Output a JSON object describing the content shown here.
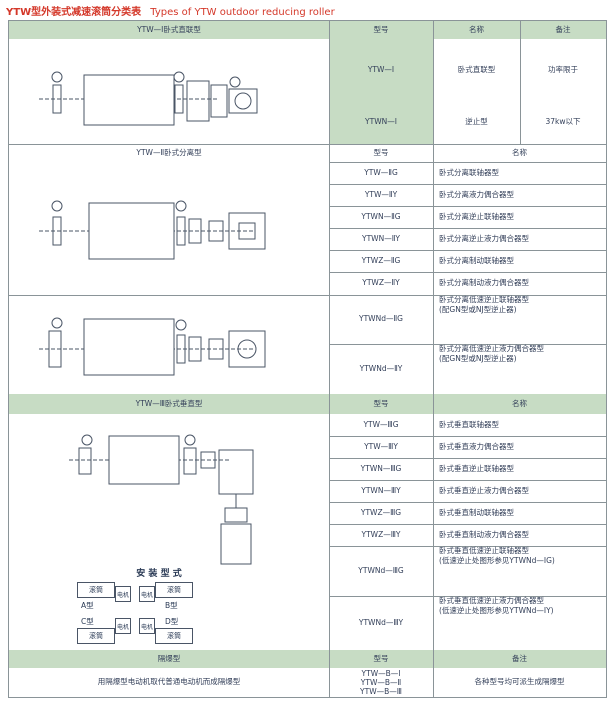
{
  "title_cn": "YTW型外装式减速滚筒分类表",
  "title_en": "Types of YTW outdoor reducing roller",
  "s1": {
    "header": "YTW—Ⅰ卧式直联型",
    "col_model": "型号",
    "col_name": "名称",
    "col_note": "备注",
    "rows": [
      {
        "model": "YTW—Ⅰ",
        "name": "卧式直联型",
        "note": "功率限于"
      },
      {
        "model": "YTWN—Ⅰ",
        "name": "逆止型",
        "note": "37kw以下"
      }
    ]
  },
  "s2": {
    "header": "YTW—Ⅱ卧式分离型",
    "col_model": "型号",
    "col_name": "名称",
    "rows": [
      {
        "model": "YTW—ⅡG",
        "name": "卧式分离联轴器型"
      },
      {
        "model": "YTW—ⅡY",
        "name": "卧式分离液力偶合器型"
      },
      {
        "model": "YTWN—ⅡG",
        "name": "卧式分离逆止联轴器型"
      },
      {
        "model": "YTWN—ⅡY",
        "name": "卧式分离逆止液力偶合器型"
      },
      {
        "model": "YTWZ—ⅡG",
        "name": "卧式分离制动联轴器型"
      },
      {
        "model": "YTWZ—ⅡY",
        "name": "卧式分离制动液力偶合器型"
      },
      {
        "model": "YTWNd—ⅡG",
        "name": "卧式分离低速逆止联轴器型",
        "sub": "(配GN型或NJ型逆止器)"
      },
      {
        "model": "YTWNd—ⅡY",
        "name": "卧式分离低速逆止液力偶合器型",
        "sub": "(配GN型或NJ型逆止器)"
      }
    ]
  },
  "s3": {
    "header": "YTW—Ⅲ卧式垂直型",
    "col_model": "型号",
    "col_name": "名称",
    "install_title": "安 装 型 式",
    "roller": "滚筒",
    "motor": "电机",
    "type_a": "A型",
    "type_b": "B型",
    "type_c": "C型",
    "type_d": "D型",
    "rows": [
      {
        "model": "YTW—ⅢG",
        "name": "卧式垂直联轴器型"
      },
      {
        "model": "YTW—ⅢY",
        "name": "卧式垂直液力偶合器型"
      },
      {
        "model": "YTWN—ⅢG",
        "name": "卧式垂直逆止联轴器型"
      },
      {
        "model": "YTWN—ⅢY",
        "name": "卧式垂直逆止液力偶合器型"
      },
      {
        "model": "YTWZ—ⅢG",
        "name": "卧式垂直制动联轴器型"
      },
      {
        "model": "YTWZ—ⅢY",
        "name": "卧式垂直制动液力偶合器型"
      },
      {
        "model": "YTWNd—ⅢG",
        "name": "卧式垂直低速逆止联轴器型",
        "sub": "(低速逆止处图形参见YTWNd—ⅠG)"
      },
      {
        "model": "YTWNd—ⅢY",
        "name": "卧式垂直低速逆止液力偶合器型",
        "sub": "(低速逆止处图形参见YTWNd—ⅠY)"
      }
    ]
  },
  "s4": {
    "header": "隔爆型",
    "col_model": "型号",
    "col_note": "备注",
    "desc": "用隔爆型电动机取代普通电动机而成隔爆型",
    "models": [
      "YTW—B—Ⅰ",
      "YTW—B—Ⅱ",
      "YTW—B—Ⅲ"
    ],
    "note": "各种型号均可派生成隔爆型"
  },
  "colors": {
    "header_bg": "#c7dcc4",
    "title_red": "#d4382a",
    "line": "#8a9498"
  }
}
